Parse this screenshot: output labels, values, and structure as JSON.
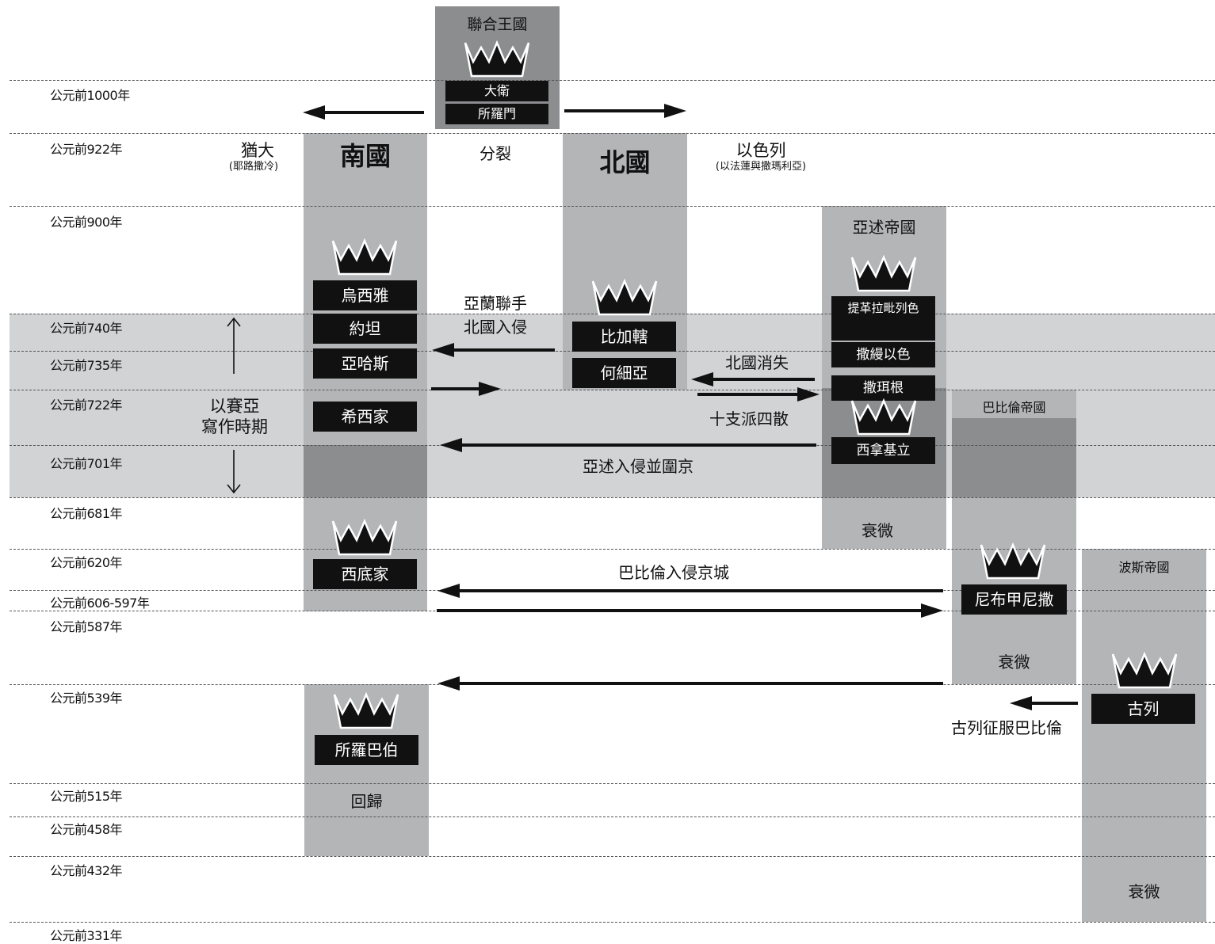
{
  "timeline": {
    "years": [
      "公元前1000年",
      "公元前922年",
      "公元前900年",
      "公元前740年",
      "公元前735年",
      "公元前722年",
      "公元前701年",
      "公元前681年",
      "公元前620年",
      "公元前606-597年",
      "公元前587年",
      "公元前539年",
      "公元前515年",
      "公元前458年",
      "公元前432年",
      "公元前331年"
    ]
  },
  "united": {
    "title": "聯合王國",
    "kings": [
      "大衛",
      "所羅門"
    ]
  },
  "split_label": "分裂",
  "judah": {
    "name": "猶大",
    "capital": "(耶路撒冷)",
    "title": "南國",
    "kings": [
      "烏西雅",
      "約坦",
      "亞哈斯",
      "希西家",
      "西底家",
      "所羅巴伯"
    ],
    "return_label": "回歸"
  },
  "israel": {
    "name": "以色列",
    "capital": "(以法蓮與撒瑪利亞)",
    "title": "北國",
    "kings": [
      "比加轄",
      "何細亞"
    ]
  },
  "assyria": {
    "title": "亞述帝國",
    "kings": [
      "提革拉毗列色",
      "撒縵以色",
      "撒珥根",
      "西拿基立"
    ],
    "decline": "衰微"
  },
  "babylon": {
    "title": "巴比倫帝國",
    "king": "尼布甲尼撒",
    "decline": "衰微"
  },
  "persia": {
    "title": "波斯帝國",
    "king": "古列",
    "decline": "衰微"
  },
  "isaiah_period": "以賽亞\n寫作時期",
  "events": {
    "aram_alliance": "亞蘭聯手\n北國入侵",
    "north_gone": "北國消失",
    "ten_tribes": "十支派四散",
    "assyria_siege": "亞述入侵並圍京",
    "babylon_invade": "巴比倫入侵京城",
    "cyrus_conquers": "古列征服巴比倫"
  },
  "colors": {
    "band": "#d2d3d5",
    "column": "#b4b5b7",
    "column_dark": "#8c8d8f",
    "box": "#111111"
  },
  "icons": [
    "crown-icon",
    "arrow-icon"
  ]
}
